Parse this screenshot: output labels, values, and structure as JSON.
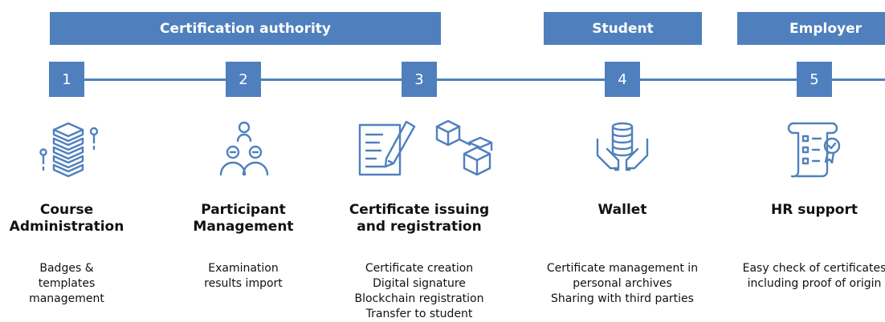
{
  "roles": {
    "authority": "Certification authority",
    "student": "Student",
    "employer": "Employer"
  },
  "accent_color": "#4f80bd",
  "steps": [
    {
      "number": "1",
      "icon": "stacked-database-icon",
      "title": [
        "Course",
        "Administration"
      ],
      "desc": [
        "Badges &",
        "templates",
        "management"
      ]
    },
    {
      "number": "2",
      "icon": "participants-group-icon",
      "title": [
        "Participant",
        "Management"
      ],
      "desc": [
        "Examination",
        "results import"
      ]
    },
    {
      "number": "3",
      "icon": "document-pen-blockchain-icon",
      "title": [
        "Certificate issuing",
        "and registration"
      ],
      "desc": [
        "Certificate creation",
        "Digital signature",
        "Blockchain registration",
        "Transfer to student"
      ]
    },
    {
      "number": "4",
      "icon": "wallet-hands-coins-icon",
      "title": [
        "Wallet"
      ],
      "desc": [
        "Certificate management in",
        "personal archives",
        "Sharing with third parties"
      ]
    },
    {
      "number": "5",
      "icon": "certificate-checklist-icon",
      "title": [
        "HR support"
      ],
      "desc": [
        "Easy check of certificates",
        "including proof of origin"
      ]
    }
  ]
}
